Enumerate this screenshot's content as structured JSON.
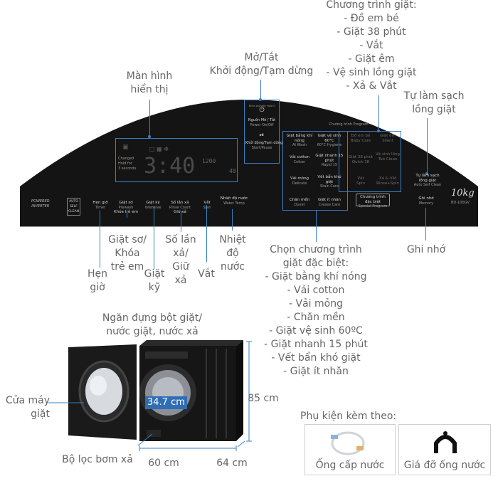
{
  "top_labels": {
    "display": [
      "Màn hình",
      "hiển thị"
    ],
    "power_start": [
      "Mở/Tắt",
      "Khởi động/Tạm dừng"
    ],
    "program_title": "Chương trình giặt:",
    "programs": [
      "- Đồ em bé",
      "- Giặt 38 phút",
      "- Vắt",
      "- Giặt êm",
      "- Vệ sinh lồng giặt",
      "- Xả & Vắt"
    ],
    "self_clean": [
      "Tự làm sạch",
      "lồng giặt"
    ]
  },
  "panel": {
    "brand": [
      "POWERED",
      "INVERTER"
    ],
    "auto_clean": [
      "AUTO",
      "SELF",
      "CLEAN"
    ],
    "lcd_time": "3:40",
    "lcd_small_1": "1200",
    "lcd_small_2": "40",
    "lcd_labels": [
      "Changed",
      "Hold for",
      "3 seconds"
    ],
    "power_head": "Nhấn giữ/giảy Hold 5",
    "power_main": "Nguồn Mở / Tắt",
    "power_sub": "Power On/Off",
    "start_main": "Khởi động/Tạm dừng",
    "start_sub": "Start/Pause",
    "program_header": "Chương trình Program",
    "buttons": [
      {
        "vn": "Hẹn giờ",
        "en": "Timer"
      },
      {
        "vn": "Giặt sơ",
        "en": "Prewash",
        "extra": "Khóa trẻ em"
      },
      {
        "vn": "Giặt kỹ",
        "en": "Intensive"
      },
      {
        "vn": "Số lần xả",
        "en": "Rinse Count",
        "extra": "Giữ xả"
      },
      {
        "vn": "Vắt",
        "en": "Spin"
      },
      {
        "vn": "Nhiệt độ nước",
        "en": "Water Temp"
      }
    ],
    "special_programs": [
      {
        "vn": "Giặt bằng khí nóng",
        "en": "AI Wash"
      },
      {
        "vn": "Giặt vệ sinh 60°C",
        "en": "60°C Hygiene"
      },
      {
        "vn": "Vải cotton",
        "en": "Cotton"
      },
      {
        "vn": "Giặt nhanh 15 phút",
        "en": "Rapid 15"
      },
      {
        "vn": "Vải mỏng",
        "en": "Delicate"
      },
      {
        "vn": "Vết bẩn khó giặt",
        "en": "Stain Care"
      },
      {
        "vn": "Chăn mền",
        "en": "Duvet"
      },
      {
        "vn": "Giặt ít nhăn",
        "en": "Crease Care"
      }
    ],
    "dim_programs": [
      {
        "vn": "Đồ em bé",
        "en": "Baby Care"
      },
      {
        "vn": "Giặt êm",
        "en": "Silent"
      },
      {
        "vn": "Giặt 38 phút",
        "en": "Quick 38"
      },
      {
        "vn": "Vệ sinh lồng",
        "en": "Tub Clean"
      },
      {
        "vn": "Vắt",
        "en": "Spin"
      },
      {
        "vn": "Xả & Vắt",
        "en": "Rinse+Spin"
      }
    ],
    "special_button": {
      "vn": "Chương trình đặc biệt",
      "en": "Special Program"
    },
    "auto_self_clean_btn": {
      "vn": "Tự làm sạch lồng giặt",
      "en": "Auto Self Clean"
    },
    "memory_btn": {
      "vn": "Ghi nhớ",
      "en": "Memory"
    },
    "capacity": "10kg",
    "model": "BD-100GV"
  },
  "bottom_labels": {
    "timer": [
      "Hẹn",
      "giờ"
    ],
    "prewash": [
      "Giặt sơ/",
      "Khóa",
      "trẻ em"
    ],
    "intensive": [
      "Giặt",
      "kỹ"
    ],
    "rinse": [
      "Số lần",
      "xả/",
      "Giữ",
      "xả"
    ],
    "spin": "Vắt",
    "water_temp": [
      "Nhiệt",
      "độ",
      "nước"
    ],
    "special_title": [
      "Chọn chương trình",
      "giặt đặc biệt:"
    ],
    "special_list": [
      "- Giặt bằng khí nóng",
      "- Vải cotton",
      "- Vải mỏng",
      "- Chăn mền",
      "- Giặt vệ sinh 60ºC",
      "- Giặt nhanh 15 phút",
      "- Vết bẩn khó giặt",
      "- Giặt ít nhăn"
    ],
    "memory": "Ghi nhớ"
  },
  "machine": {
    "drawer_label": [
      "Ngăn đựng bột giặt/",
      "nước giặt, nước xả"
    ],
    "door_label": [
      "Cửa máy",
      "giặt"
    ],
    "door_diameter": "34.7 cm",
    "height": "85 cm",
    "filter_label": "Bộ lọc bơm xả",
    "width": "60 cm",
    "depth": "64 cm"
  },
  "accessories": {
    "title": "Phụ kiện kèm theo:",
    "items": [
      {
        "label": "Ống cấp nước",
        "icon": "water-hose-icon"
      },
      {
        "label": "Giá đỡ ống nước",
        "icon": "hose-bracket-icon"
      }
    ]
  },
  "colors": {
    "panel": "#141414",
    "accent": "#3a7fc3",
    "text": "#666666"
  }
}
